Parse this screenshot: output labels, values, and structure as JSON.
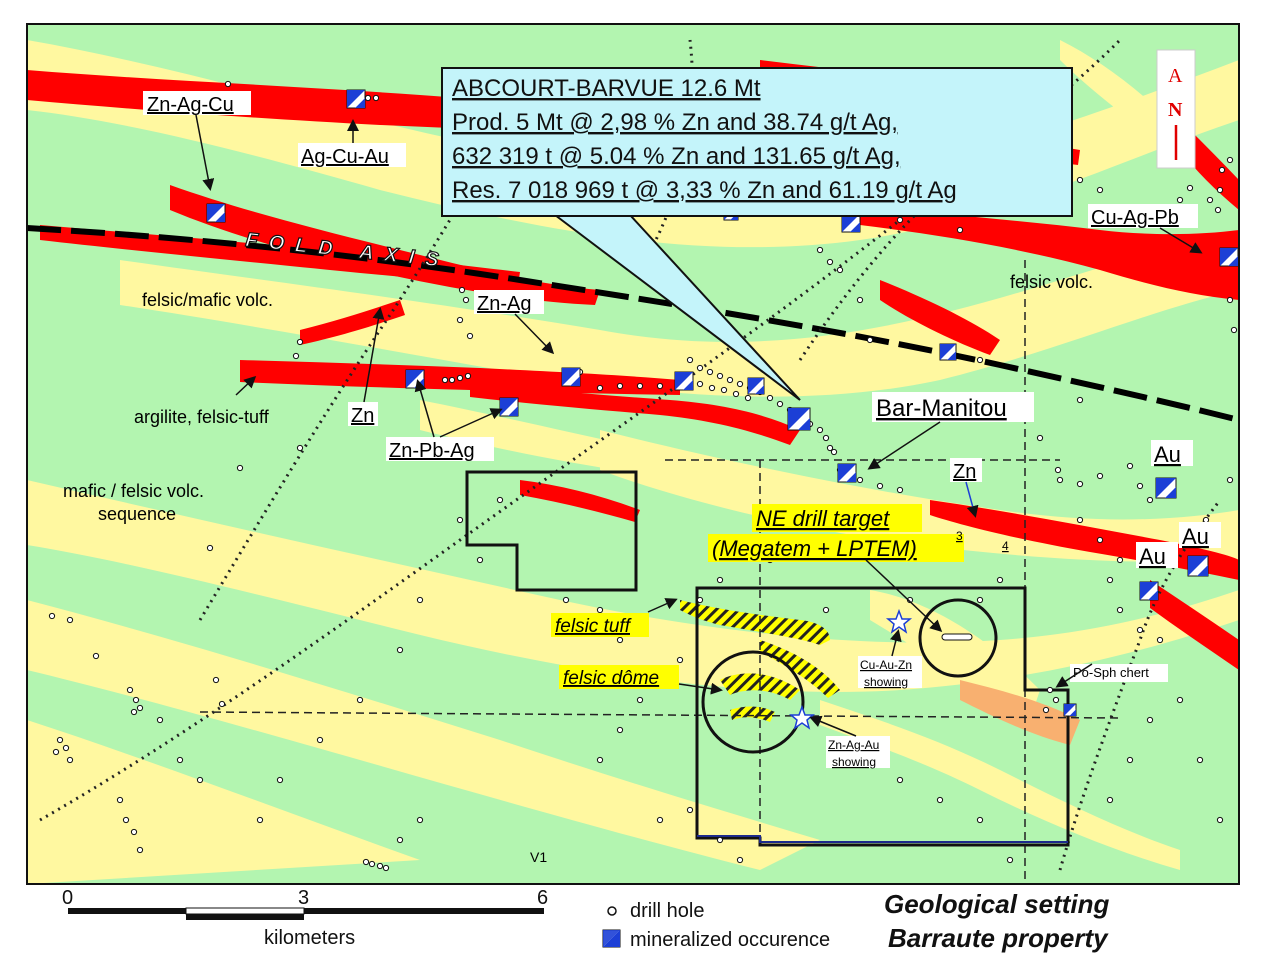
{
  "callout": {
    "line1": "ABCOURT-BARVUE 12.6 Mt",
    "line2": "Prod. 5 Mt @ 2,98 % Zn and 38.74 g/t Ag,",
    "line3": "632 319 t @ 5.04 % Zn and 131.65 g/t Ag,",
    "line4": "Res. 7 018 969 t @ 3,33 %  Zn and 61.19 g/t Ag"
  },
  "labels": {
    "zn_ag_cu": "Zn-Ag-Cu",
    "ag_cu_au": "Ag-Cu-Au",
    "cu_ag_pb": "Cu-Ag-Pb",
    "fold_axis": "FOLD AXIS",
    "felsic_mafic": "felsic/mafic volc.",
    "felsic_volc": "felsic volc.",
    "zn_ag": "Zn-Ag",
    "argilite": "argilite, felsic-tuff",
    "zn": "Zn",
    "zn_pb_ag": "Zn-Pb-Ag",
    "mafic_seq_1": "mafic / felsic volc.",
    "mafic_seq_2": "sequence",
    "bar_manitou": "Bar-Manitou",
    "zn_east": "Zn",
    "au_1": "Au",
    "au_2": "Au",
    "au_3": "Au",
    "ne_target_1": "NE drill target",
    "ne_target_2": "(Megatem + LPTEM)",
    "felsic_tuff": "felsic tuff",
    "felsic_dome": "felsic dôme",
    "cu_au_zn_1": "Cu-Au-Zn",
    "cu_au_zn_2": "showing",
    "zn_ag_au_1": "Zn-Ag-Au",
    "zn_ag_au_2": "showing",
    "po_sph": "Po-Sph chert",
    "v1": "V1",
    "num3": "3",
    "num4": "4",
    "north_1": "A",
    "north_2": "N"
  },
  "scale": {
    "ticks": [
      "0",
      "3",
      "6"
    ],
    "unit": "kilometers"
  },
  "legend": {
    "drill_hole": "drill hole",
    "mineralized": "mineralized occurence"
  },
  "title": {
    "line1": "Geological setting",
    "line2": "Barraute property"
  },
  "colors": {
    "green": "#b3f5b0",
    "yellow": "#fff8a0",
    "red": "#ff0000",
    "callout_bg": "#c4f4fa",
    "target_yellow": "#ffff00",
    "orange": "#f8b070",
    "marker_blue": "#1c3fd6"
  }
}
